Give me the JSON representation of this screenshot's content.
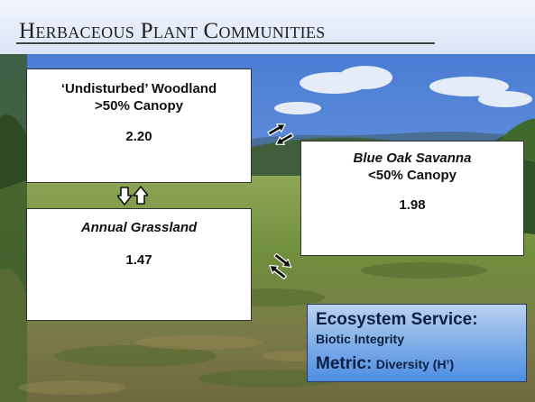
{
  "slide": {
    "title": "Herbaceous Plant Communities"
  },
  "communities": {
    "woodland": {
      "name": "‘Undisturbed’ Woodland",
      "canopy": ">50% Canopy",
      "value": "2.20"
    },
    "savanna": {
      "name": "Blue Oak Savanna",
      "canopy": "<50% Canopy",
      "value": "1.98"
    },
    "grassland": {
      "name": "Annual Grassland",
      "value": "1.47"
    }
  },
  "service": {
    "heading": "Ecosystem Service:",
    "subheading": "Biotic Integrity",
    "metric_label": "Metric:",
    "metric_value": "Diversity (H’)"
  },
  "icons": [
    "double-arrow-icon",
    "up-down-arrows-icon"
  ],
  "colors": {
    "box_fill": "#ffffff",
    "service_gradient_top": "#b9d2f0",
    "service_gradient_bottom": "#4d8ee2",
    "service_text": "#0e1f44"
  }
}
